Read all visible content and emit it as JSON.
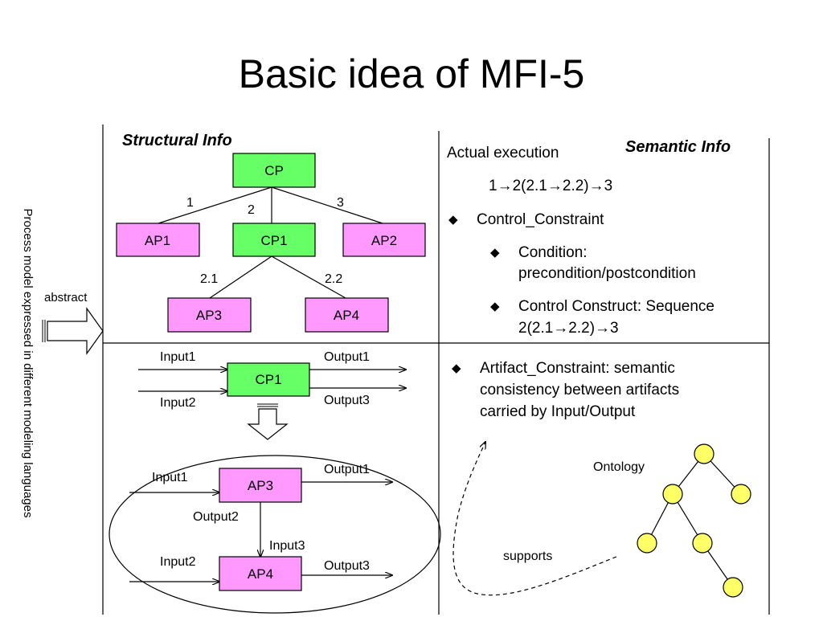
{
  "slide_title": "Basic idea of MFI-5",
  "side_label": "Process model expressed in different modeling languages",
  "abstract_label": "abstract",
  "structural": {
    "heading": "Structural Info",
    "nodes": {
      "cp": "CP",
      "ap1": "AP1",
      "cp1": "CP1",
      "ap2": "AP2",
      "ap3": "AP3",
      "ap4": "AP4"
    },
    "edge_labels": {
      "e1": "1",
      "e2": "2",
      "e3": "3",
      "e21": "2.1",
      "e22": "2.2"
    }
  },
  "semantic": {
    "heading": "Semantic Info",
    "actual_execution": "Actual execution",
    "execution_seq": "1→2(2.1→2.2)→3",
    "control_constraint": "Control_Constraint",
    "condition_line1": "Condition:",
    "condition_line2": "precondition/postcondition",
    "control_construct_line1": "Control Construct: Sequence",
    "control_construct_line2": "2(2.1→2.2)→3",
    "artifact_line1": "Artifact_Constraint: semantic",
    "artifact_line2": "consistency between artifacts",
    "artifact_line3": "carried by Input/Output",
    "ontology_label": "Ontology",
    "supports_label": "supports",
    "bullet_glyph": "◆"
  },
  "io_top": {
    "node": "CP1",
    "input1": "Input1",
    "input2": "Input2",
    "output1": "Output1",
    "output3": "Output3"
  },
  "io_bottom": {
    "ap3": "AP3",
    "ap4": "AP4",
    "input1": "Input1",
    "output1": "Output1",
    "output2": "Output2",
    "input3": "Input3",
    "input2": "Input2",
    "output3": "Output3"
  },
  "colors": {
    "cp_fill": "#66ff66",
    "ap_fill": "#ff99ff",
    "ontology_fill": "#ffff66"
  }
}
